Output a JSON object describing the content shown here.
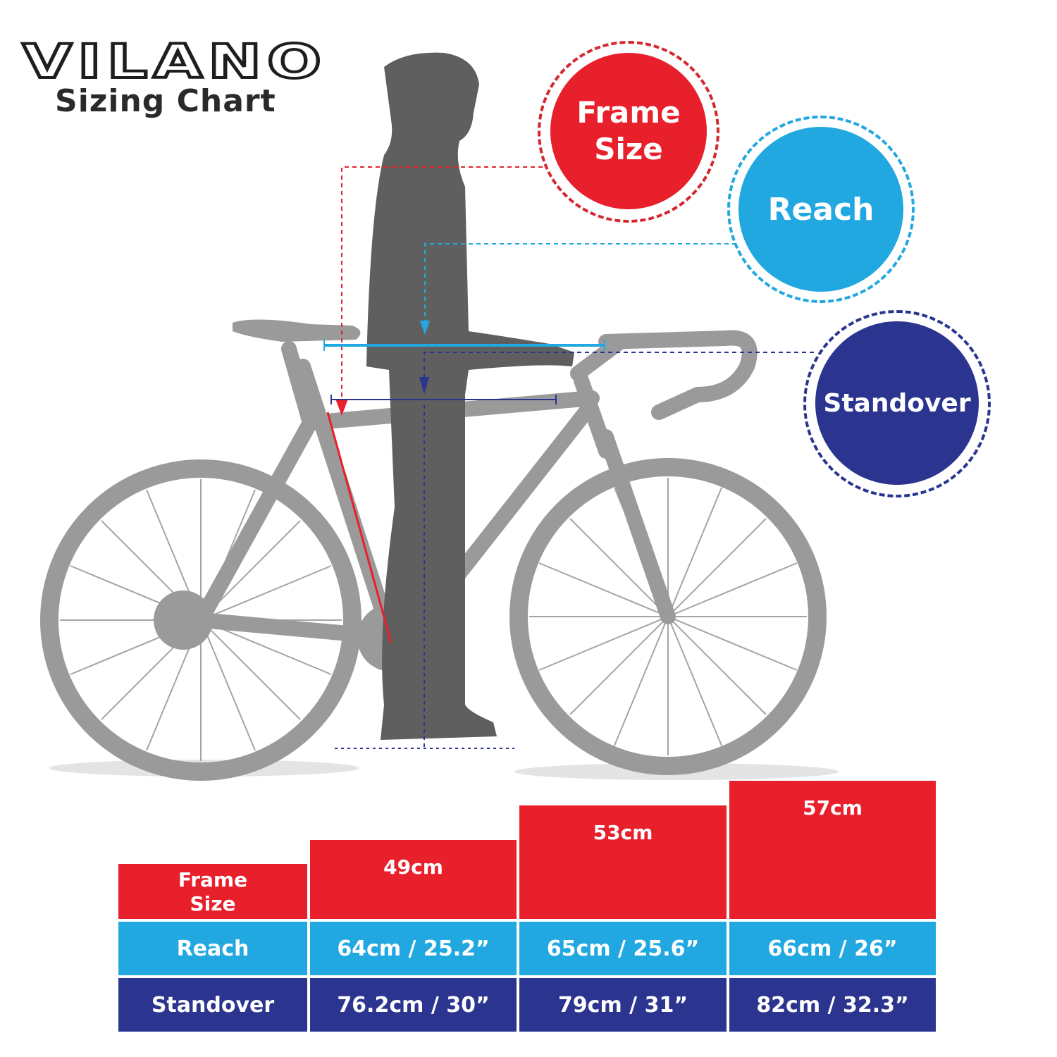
{
  "header": {
    "brand": "VILANO",
    "title": "Sizing Chart"
  },
  "badges": {
    "frame_size": "Frame Size",
    "frame_size_line1": "Frame",
    "frame_size_line2": "Size",
    "reach": "Reach",
    "standover": "Standover"
  },
  "colors": {
    "frame_size": "#e8202c",
    "reach": "#22a8e1",
    "standover": "#2b3590",
    "silhouette_person": "#5f5f5f",
    "silhouette_bike": "#9a9a9a"
  },
  "table": {
    "row_labels": {
      "frame_size_line1": "Frame",
      "frame_size_line2": "Size",
      "reach": "Reach",
      "standover": "Standover"
    },
    "columns": [
      {
        "frame_size": "49cm",
        "reach": "64cm / 25.2”",
        "standover": "76.2cm / 30”"
      },
      {
        "frame_size": "53cm",
        "reach": "65cm / 25.6”",
        "standover": "79cm / 31”"
      },
      {
        "frame_size": "57cm",
        "reach": "66cm / 26”",
        "standover": "82cm / 32.3”"
      }
    ]
  },
  "chart_data": {
    "type": "table",
    "title": "Vilano Sizing Chart",
    "categories": [
      "49cm",
      "53cm",
      "57cm"
    ],
    "series": [
      {
        "name": "Frame Size (cm)",
        "values": [
          49,
          53,
          57
        ]
      },
      {
        "name": "Reach (cm)",
        "values": [
          64,
          65,
          66
        ]
      },
      {
        "name": "Reach (in)",
        "values": [
          25.2,
          25.6,
          26
        ]
      },
      {
        "name": "Standover (cm)",
        "values": [
          76.2,
          79,
          82
        ]
      },
      {
        "name": "Standover (in)",
        "values": [
          30,
          31,
          32.3
        ]
      }
    ],
    "legend": [
      "Frame Size",
      "Reach",
      "Standover"
    ],
    "xlabel": "Frame Size",
    "ylabel": ""
  }
}
